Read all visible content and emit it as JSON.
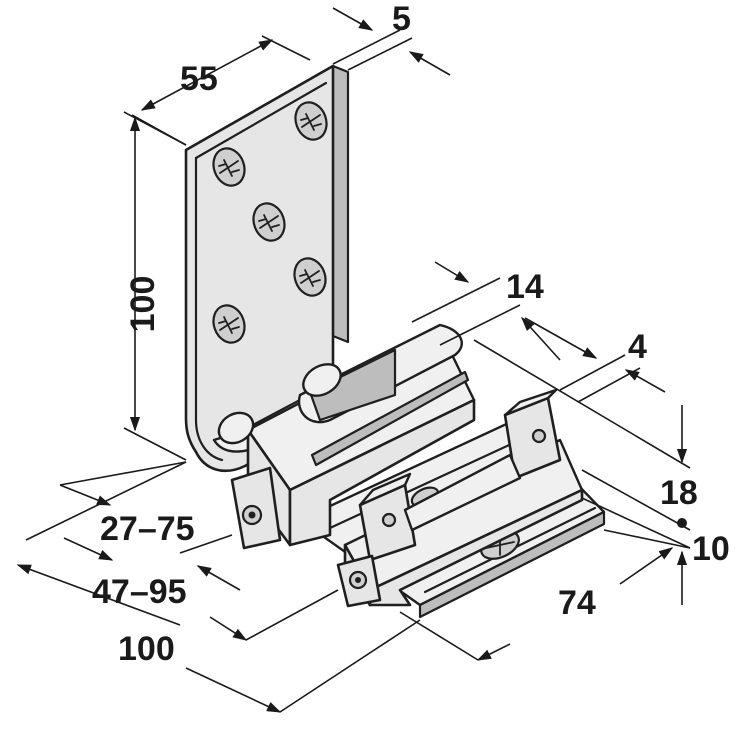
{
  "dimensions": {
    "plate_width": "55",
    "plate_thickness": "5",
    "plate_height": "100",
    "rail_offset": "14",
    "gap": "4",
    "height_18": "18",
    "height_10": "10",
    "range_short": "27–75",
    "range_long": "47–95",
    "base_length": "100",
    "depth": "74"
  }
}
